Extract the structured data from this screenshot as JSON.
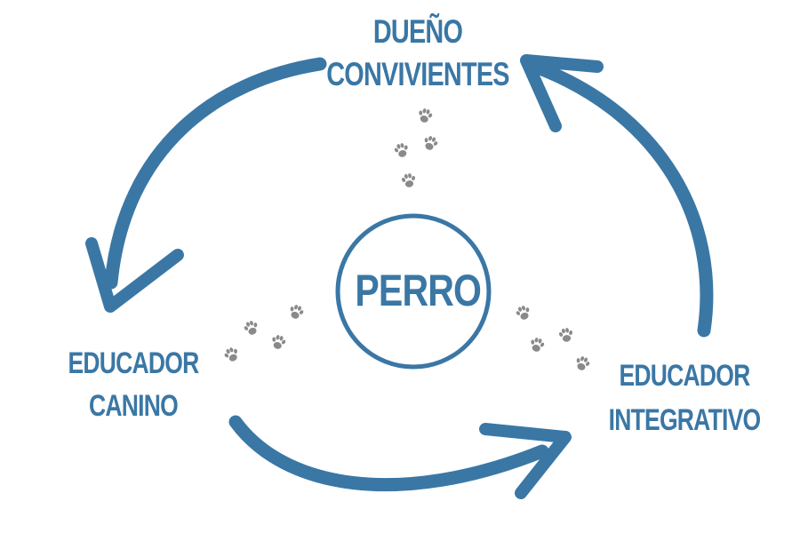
{
  "nodes": {
    "top": {
      "line1": "DUEÑO",
      "line2": "CONVIVIENTES"
    },
    "left": {
      "line1": "EDUCADOR",
      "line2": "CANINO"
    },
    "right": {
      "line1": "EDUCADOR",
      "line2": "INTEGRATIVO"
    },
    "center": {
      "label": "PERRO"
    }
  },
  "colors": {
    "primary": "#3a77a5",
    "paw": "#8a8a8a",
    "background": "#ffffff"
  },
  "icons": {
    "arrow": "curved-arrow-icon",
    "paw": "paw-print-icon"
  }
}
